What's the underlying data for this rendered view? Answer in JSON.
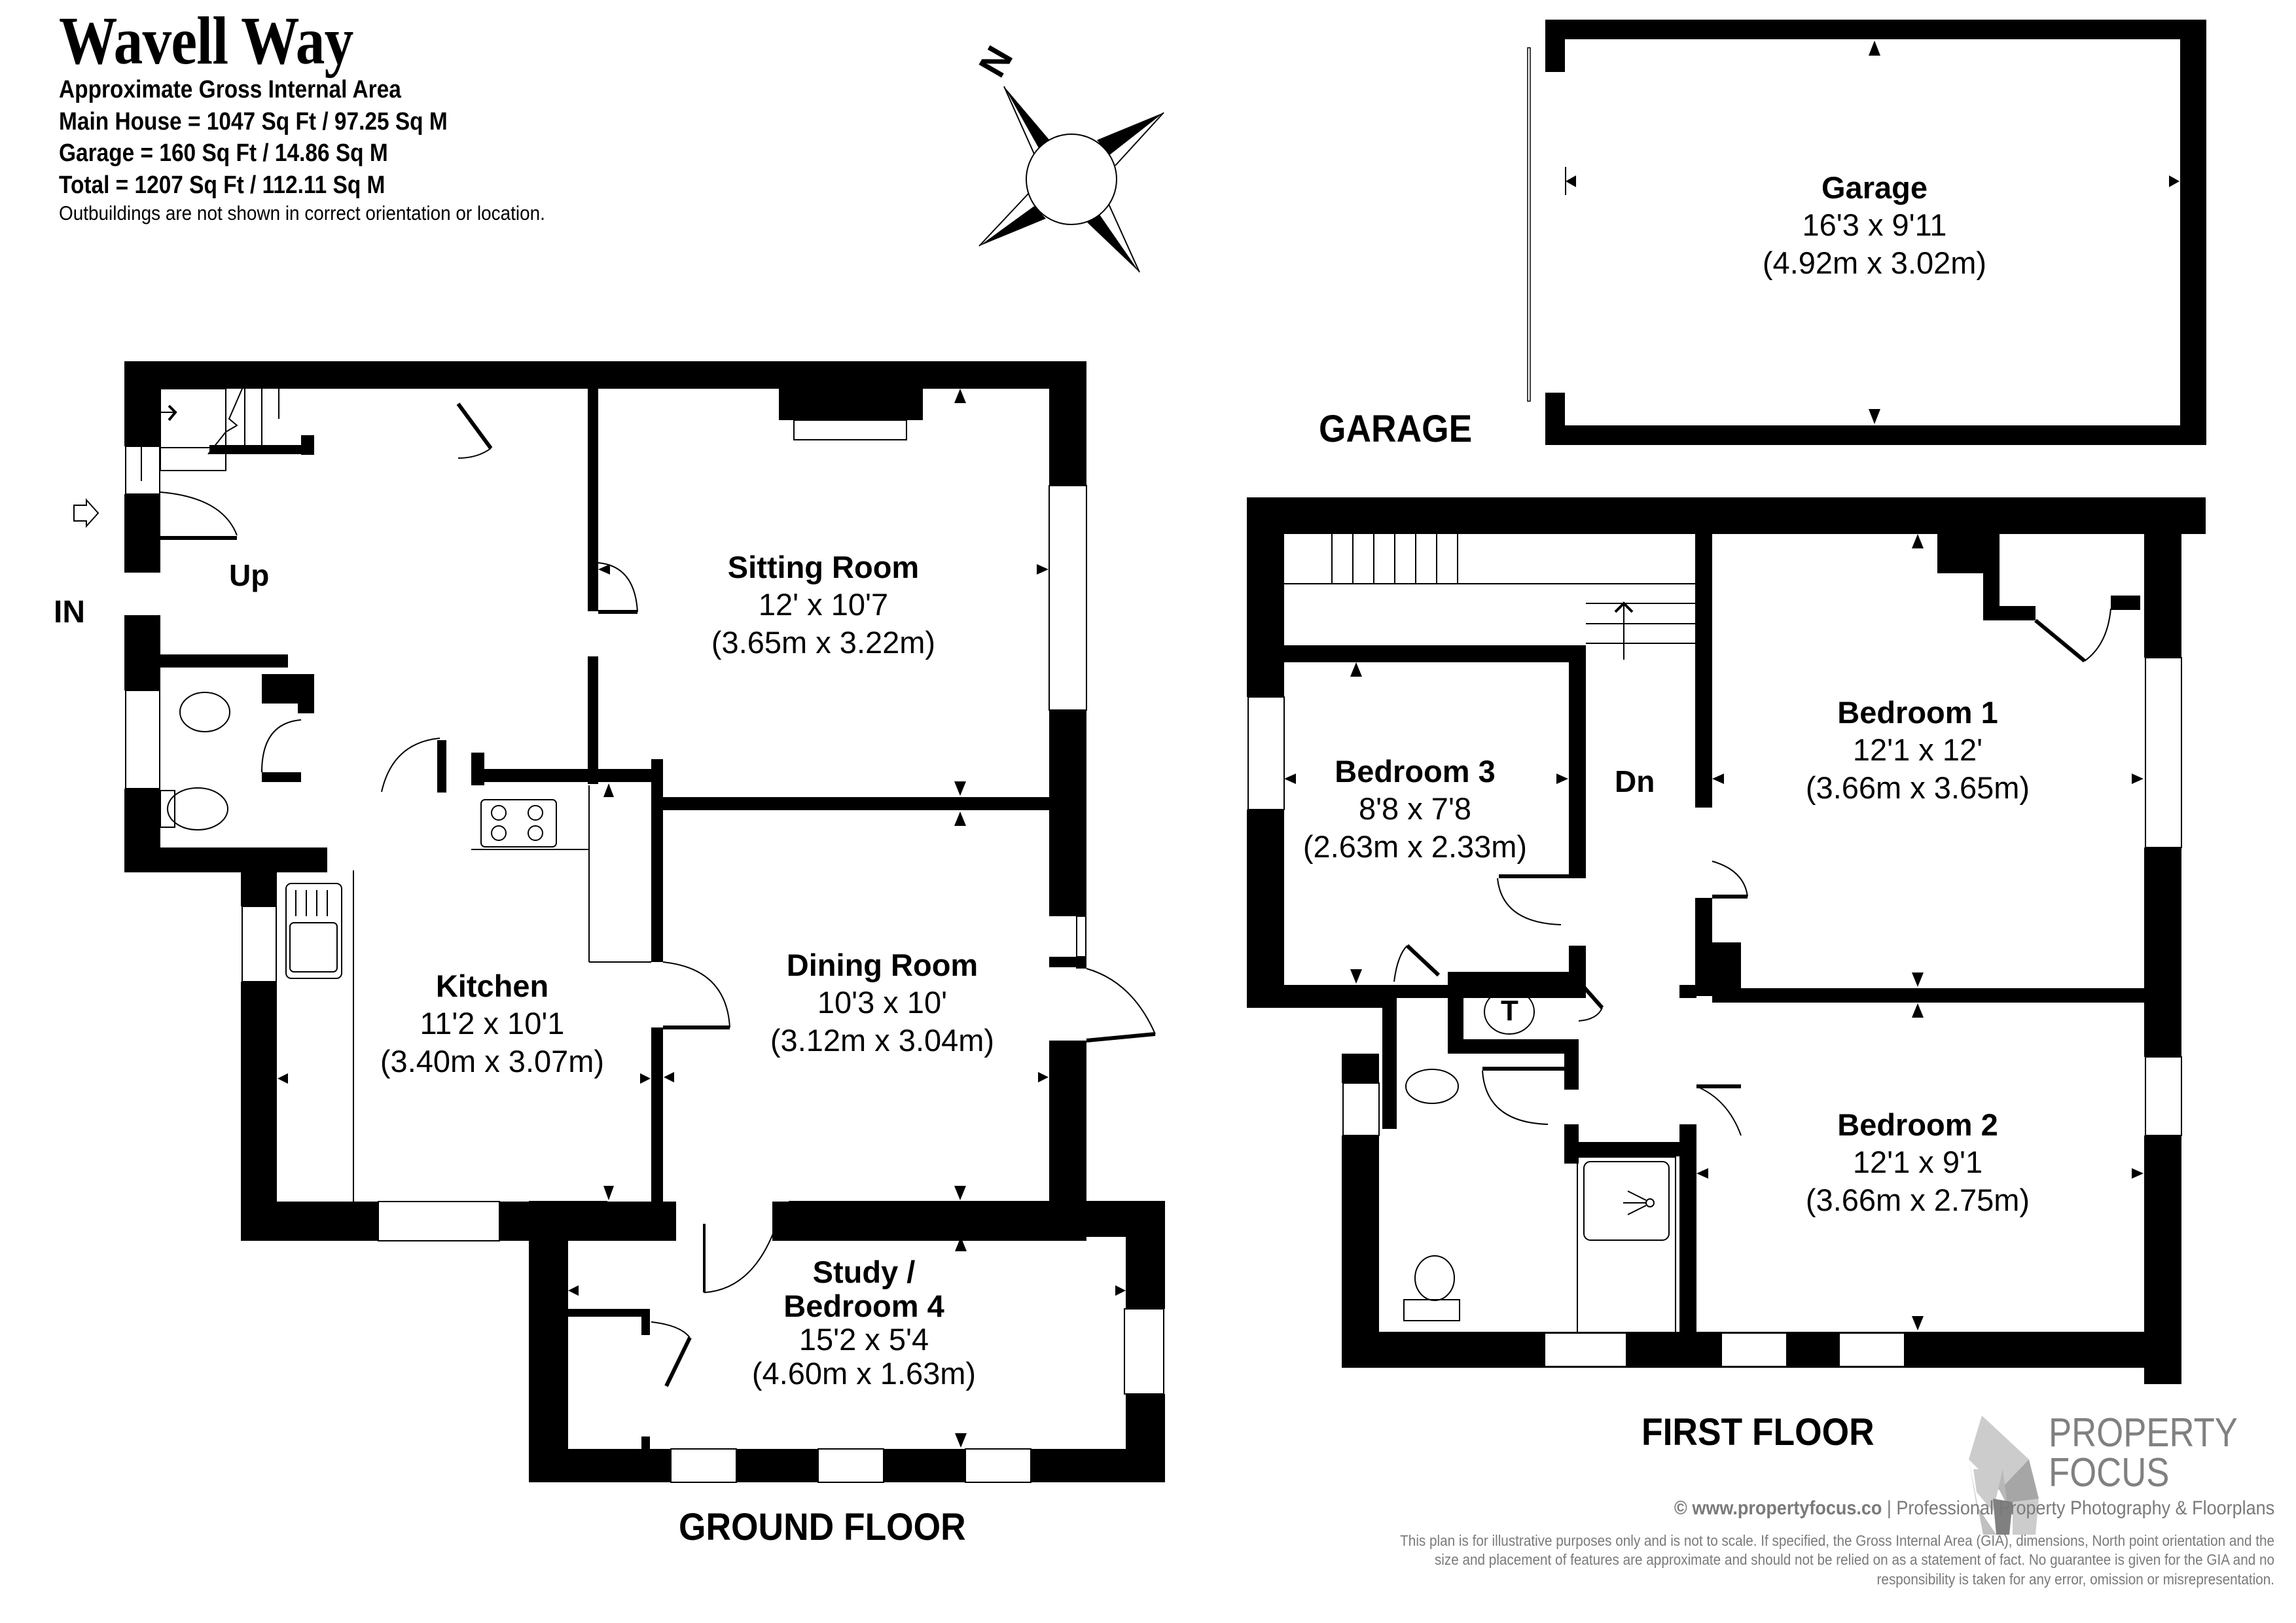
{
  "header": {
    "title": "Wavell Way",
    "subtitle": "Approximate Gross Internal Area",
    "areas": [
      "Main House = 1047 Sq Ft / 97.25 Sq M",
      "Garage = 160 Sq Ft / 14.86 Sq M",
      "Total = 1207 Sq Ft / 112.11 Sq M"
    ],
    "note": "Outbuildings are not shown in correct orientation or location."
  },
  "compass": {
    "label": "N",
    "icon": "compass-rose-icon"
  },
  "floors": {
    "ground": {
      "label": "GROUND FLOOR",
      "entrance_label": "IN",
      "stairs_label": "Up",
      "rooms": [
        {
          "name": "Sitting Room",
          "imperial": "12' x 10'7",
          "metric": "(3.65m x 3.22m)"
        },
        {
          "name": "Kitchen",
          "imperial": "11'2 x 10'1",
          "metric": "(3.40m x 3.07m)"
        },
        {
          "name": "Dining Room",
          "imperial": "10'3 x 10'",
          "metric": "(3.12m x 3.04m)"
        },
        {
          "name": "Study /",
          "name2": "Bedroom 4",
          "imperial": "15'2 x 5'4",
          "metric": "(4.60m x 1.63m)"
        }
      ]
    },
    "first": {
      "label": "FIRST FLOOR",
      "stairs_label": "Dn",
      "cupboard_label": "T",
      "rooms": [
        {
          "name": "Bedroom 1",
          "imperial": "12'1 x 12'",
          "metric": "(3.66m x 3.65m)"
        },
        {
          "name": "Bedroom 2",
          "imperial": "12'1 x 9'1",
          "metric": "(3.66m x 2.75m)"
        },
        {
          "name": "Bedroom 3",
          "imperial": "8'8 x 7'8",
          "metric": "(2.63m x 2.33m)"
        }
      ]
    },
    "garage": {
      "label": "GARAGE",
      "rooms": [
        {
          "name": "Garage",
          "imperial": "16'3 x 9'11",
          "metric": "(4.92m x 3.02m)"
        }
      ]
    }
  },
  "branding": {
    "logo_line1": "PROPERTY",
    "logo_line2": "FOCUS",
    "copyright_site": "© www.propertyfocus.co",
    "copyright_tagline": " | Professional Property Photography & Floorplans",
    "disclaimer": "This plan is for illustrative purposes only and is not to scale. If specified, the Gross Internal Area (GIA), dimensions, North point orientation and the size and placement of features are approximate and should not be relied on as a statement of fact. No guarantee is given for the GIA and no responsibility is taken for any error, omission or misrepresentation.",
    "colors": {
      "walls": "#000000",
      "logo_light": "#cccccc",
      "logo_mid": "#a6a6a6",
      "logo_dark": "#808080",
      "text_grey": "#7a7a7a"
    }
  }
}
